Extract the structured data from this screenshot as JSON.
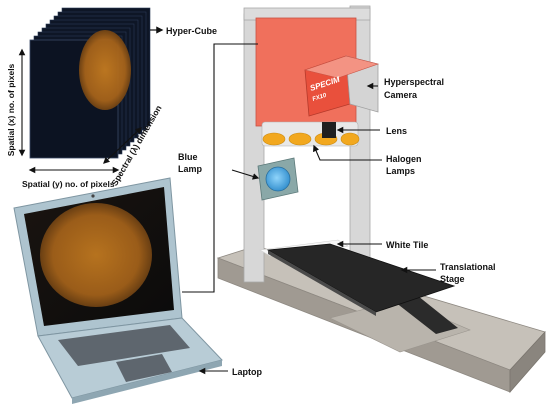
{
  "labels": {
    "hypercube": "Hyper-Cube",
    "spatial_x": "Spatial (x) no. of pixels",
    "spectral": "Spectral (λ) dimension",
    "spatial_y": "Spatial (y) no. of pixels",
    "camera_line1": "Hyperspectral",
    "camera_line2": "Camera",
    "lens": "Lens",
    "halogen_line1": "Halogen",
    "halogen_line2": "Lamps",
    "blue_lamp_line1": "Blue",
    "blue_lamp_line2": "Lamp",
    "white_tile": "White Tile",
    "stage_line1": "Translational",
    "stage_line2": "Stage",
    "laptop": "Laptop"
  },
  "camera_brand": {
    "name": "SPECIM",
    "model": "FX10"
  },
  "colors": {
    "cube_frame": "#0e1626",
    "sample_orange": "#b8721e",
    "camera_body": "#f06a55",
    "halogen": "#f2a81e",
    "blue_lamp": "#4aa8e0",
    "frame_grey": "#d2d2d2",
    "base": "#b3aea6",
    "stage_black": "#262626",
    "laptop_body": "#a9bfcc"
  }
}
